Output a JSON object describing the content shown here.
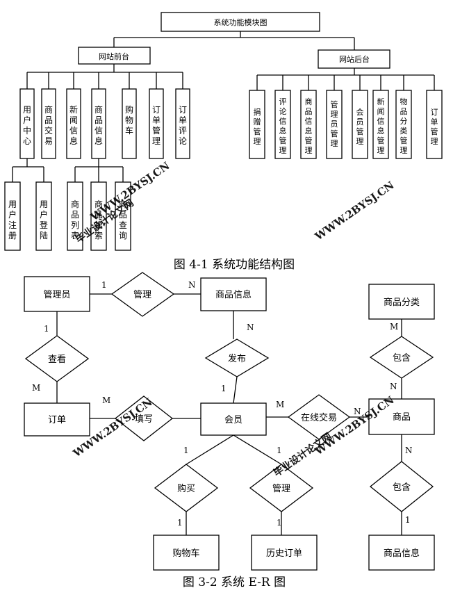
{
  "module_diagram": {
    "root": "系统功能模块图",
    "front": "网站前台",
    "back": "网站后台",
    "front_modules": [
      "用户中心",
      "商品交易",
      "新闻信息",
      "商品信息",
      "购物车",
      "订单管理",
      "订单评论"
    ],
    "user_center_children": [
      "用户注册",
      "用户登陆"
    ],
    "product_info_children": [
      "商品列表",
      "商品搜索",
      "商品查询"
    ],
    "back_modules": [
      "捐赠管理",
      "评论信息管理",
      "商品信息管理",
      "管理员管理",
      "会员管理",
      "新闻信息管理",
      "物品分类管理",
      "订单管理"
    ],
    "caption": "图 4-1 系统功能结构图"
  },
  "er_diagram": {
    "entities": {
      "admin": "管理员",
      "product_info": "商品信息",
      "category": "商品分类",
      "order": "订单",
      "member": "会员",
      "product": "商品",
      "cart": "购物车",
      "history_order": "历史订单",
      "product_info2": "商品信息"
    },
    "relations": {
      "manage": "管理",
      "view": "查看",
      "publish": "发布",
      "contain1": "包含",
      "fill": "填写",
      "trade": "在线交易",
      "contain2": "包含",
      "buy": "购买",
      "manage2": "管理"
    },
    "cardinality": {
      "admin_manage": "1",
      "manage_product_info": "N",
      "admin_view": "1",
      "view_order": "M",
      "info_publish": "N",
      "publish_member": "1",
      "category_contain": "M",
      "contain_product": "N",
      "order_fill": "M",
      "member_trade": "M",
      "trade_product": "N",
      "product_contain2": "N",
      "contain2_info": "1",
      "member_buy": "1",
      "buy_cart": "1",
      "member_manage2": "1",
      "manage2_history": "1"
    },
    "caption": "图 3-2 系统 E-R 图"
  },
  "watermarks": {
    "site": "WWW.2BYSJ.CN",
    "name": "毕业设计论文网"
  }
}
